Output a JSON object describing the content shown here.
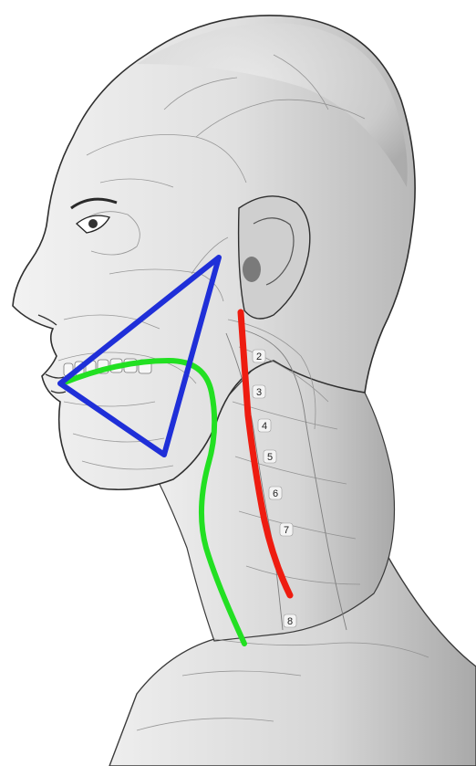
{
  "figure": {
    "vertebra_labels": [
      "2",
      "3",
      "4",
      "5",
      "6",
      "7",
      "8"
    ],
    "line_colors": {
      "triangle": "#1f2fd8",
      "curve": "#22e022",
      "spine": "#ee1c10"
    },
    "sketch_colors": {
      "skin": "#e9e9e9",
      "shade": "#b9b9b9",
      "outline": "#3a3a3a",
      "background": "#ffffff"
    }
  }
}
